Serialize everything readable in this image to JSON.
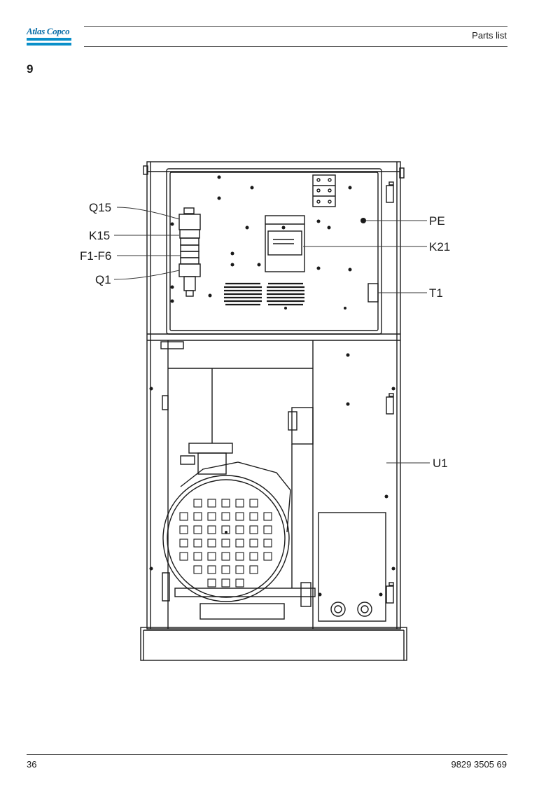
{
  "header": {
    "brand": "Atlas Copco",
    "title": "Parts list"
  },
  "section_number": "9",
  "callouts": [
    "Q15",
    "K15",
    "F1-F6",
    "Q1",
    "PE",
    "K21",
    "T1",
    "U1"
  ],
  "footer": {
    "page_number": "36",
    "document_number": "9829 3505 69"
  },
  "colors": {
    "brand_blue": "#0a8fc9",
    "line": "#1a1a1a"
  }
}
